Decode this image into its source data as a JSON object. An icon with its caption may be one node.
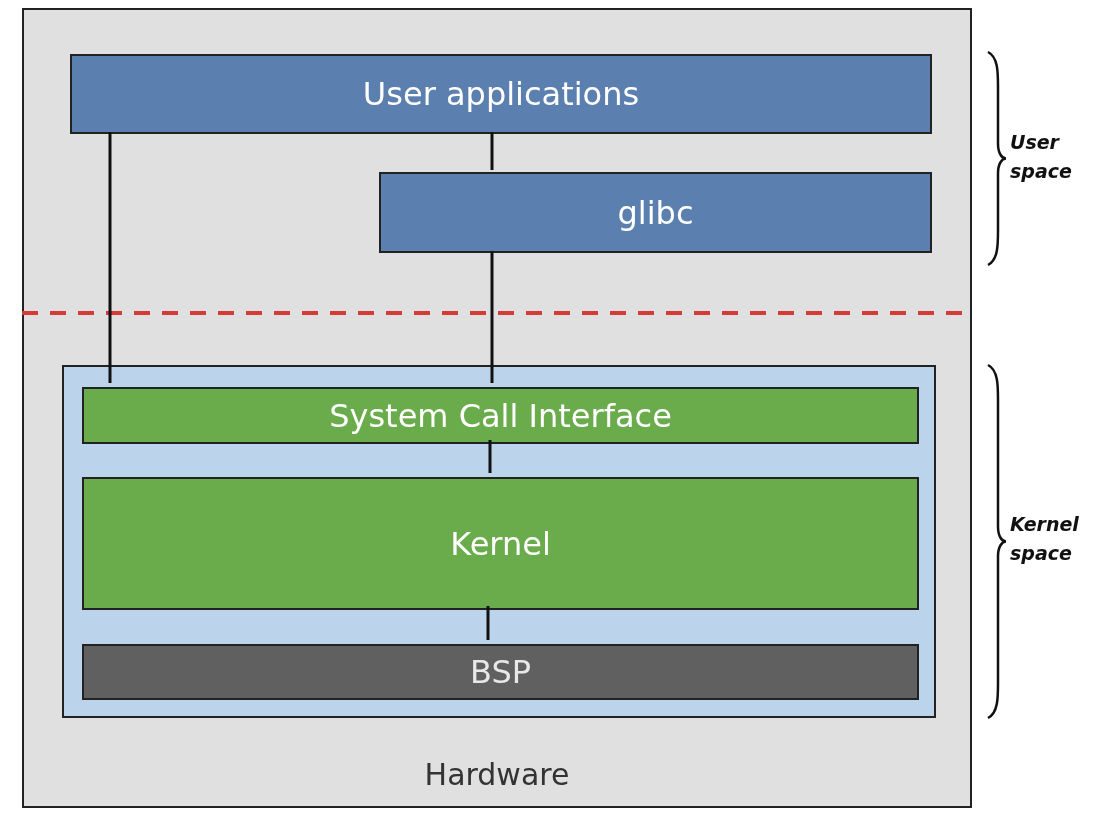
{
  "diagram": {
    "nodes": [
      {
        "text": [
          "Hardware"
        ]
      },
      {
        "text": [
          "User applications"
        ],
        "in": 0
      },
      {
        "text": [
          "glibc"
        ],
        "in": 0
      },
      {
        "text": [],
        "shape": "box",
        "in": 0
      },
      {
        "text": [
          "System Call Interface"
        ],
        "in": 3
      },
      {
        "text": [
          "Kernel"
        ],
        "in": 3
      },
      {
        "text": [
          "BSP"
        ],
        "in": 3
      }
    ],
    "edges": [
      {
        "from": 1,
        "to": 4,
        "arrow": "none"
      },
      {
        "from": 1,
        "to": 2,
        "arrow": "none"
      },
      {
        "from": 2,
        "to": 4,
        "arrow": "none"
      },
      {
        "from": 4,
        "to": 5,
        "arrow": "none"
      },
      {
        "from": 5,
        "to": 6,
        "arrow": "none"
      }
    ],
    "labels": [
      "User space",
      "Kernel space"
    ]
  }
}
